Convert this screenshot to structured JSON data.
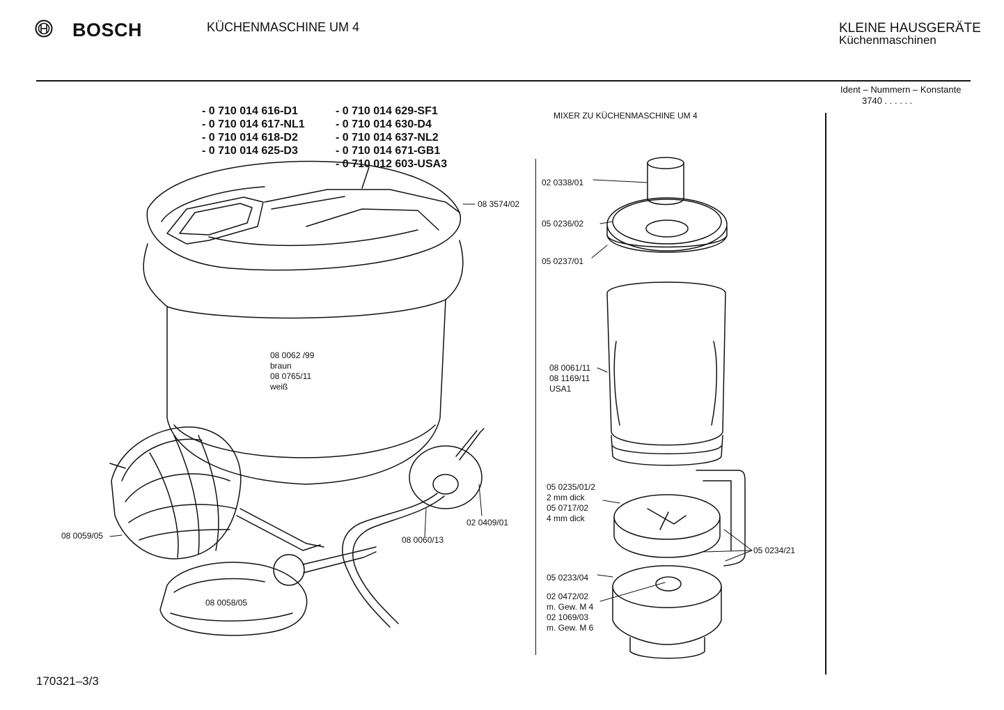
{
  "header": {
    "brand": "BOSCH",
    "title": "KÜCHENMASCHINE UM 4",
    "category": "KLEINE HAUSGERÄTE",
    "subcategory": "Küchenmaschinen",
    "ident_label": "Ident – Nummern – Konstante",
    "ident_value": "3740 . . . . . ."
  },
  "part_numbers_left": [
    "- 0 710 014 616-D1",
    "- 0 710 014 617-NL1",
    "- 0 710 014 618-D2",
    "- 0 710 014 625-D3"
  ],
  "part_numbers_right": [
    "- 0 710 014 629-SF1",
    "- 0 710 014 630-D4",
    "- 0 710 014 637-NL2",
    "- 0 710 014 671-GB1",
    "- 0 710 012 603-USA3"
  ],
  "mixer_title": "MIXER ZU KÜCHENMASCHINE  UM 4",
  "left_labels": {
    "lid": "08 3574/02",
    "bowl": [
      "08 0062 /99",
      "braun",
      "08 0765/11",
      "weiß"
    ],
    "whisk": "08 0059/05",
    "kneader": "08 0058/05",
    "disc": "02 0409/01",
    "drive_hook": "08 0060/13"
  },
  "mixer_labels": {
    "cap": "02 0338/01",
    "lid": "05 0236/02",
    "seal": "05 0237/01",
    "jar": [
      "08 0061/11",
      "08 1169/11",
      "USA1"
    ],
    "blade": [
      "05 0235/01/2",
      "2 mm dick",
      "05 0717/02",
      "4 mm dick"
    ],
    "handle": "05 0234/21",
    "base": "05 0233/04",
    "nut": [
      "02 0472/02",
      "m. Gew. M 4",
      "02 1069/03",
      "m. Gew. M 6"
    ]
  },
  "footer": "170321–3/3"
}
